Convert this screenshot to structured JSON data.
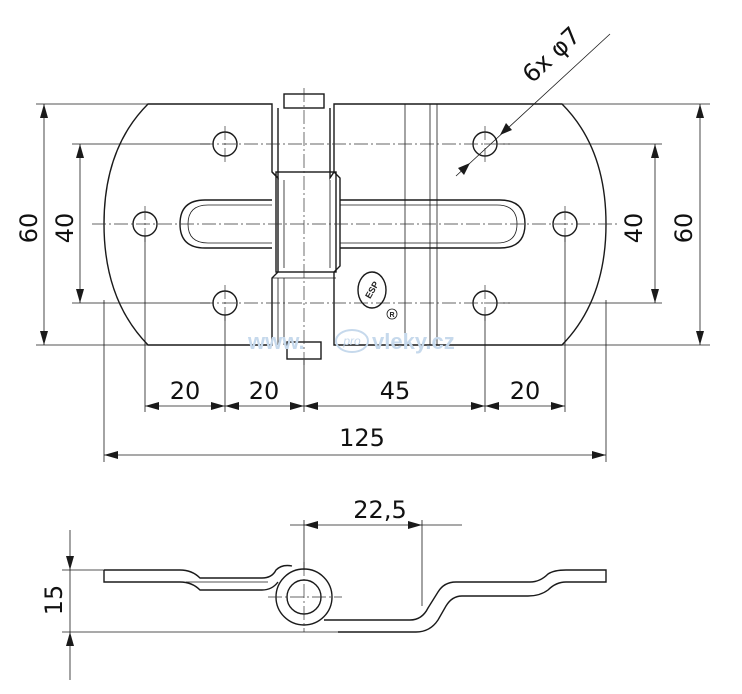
{
  "dimensions": {
    "left_height_outer": "60",
    "left_height_inner": "40",
    "right_height_inner": "40",
    "right_height_outer": "60",
    "holes": "6x φ7",
    "span_1": "20",
    "span_2": "20",
    "span_3": "45",
    "span_4": "20",
    "overall_length": "125",
    "side_offset": "22,5",
    "side_height": "15"
  },
  "watermark": {
    "www": "www.",
    "pro": "pro",
    "domain": "vleky.cz"
  },
  "logo": {
    "text": "ESP",
    "registered": "R"
  }
}
